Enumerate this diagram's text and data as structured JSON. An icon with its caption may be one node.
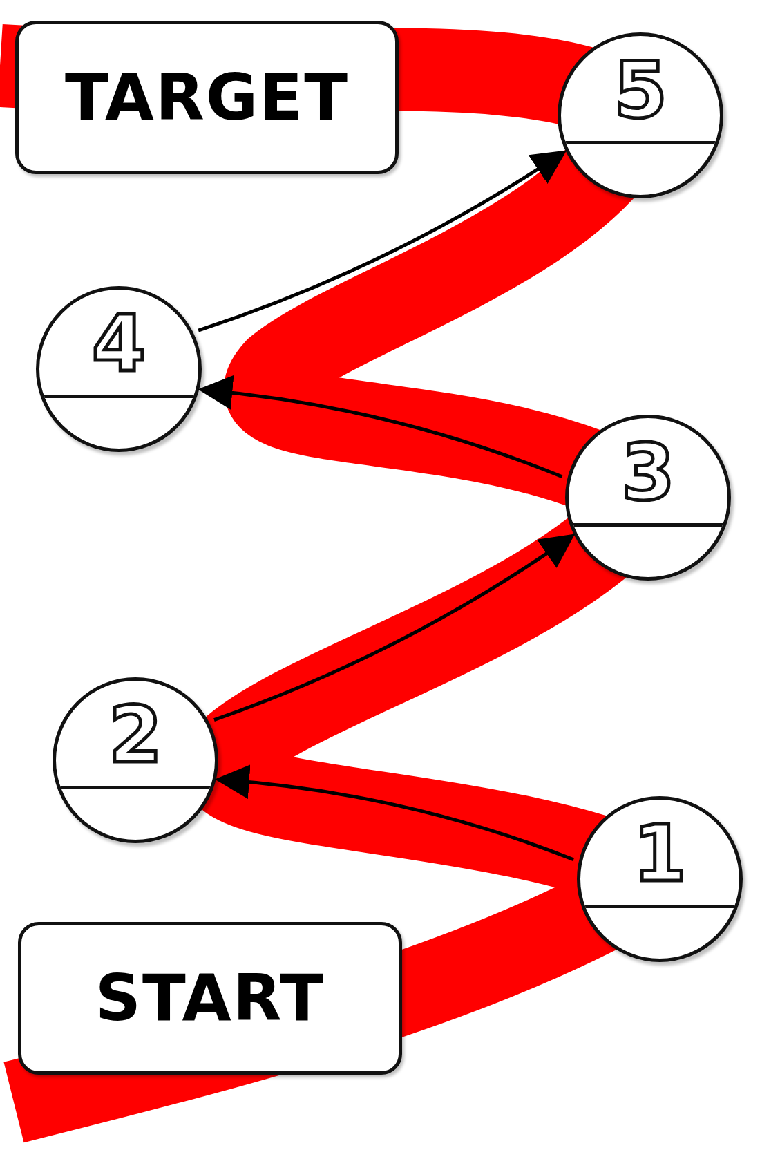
{
  "diagram": {
    "nodes": [
      {
        "text": [
          "TARGET"
        ]
      },
      {
        "text": [
          "5"
        ]
      },
      {
        "text": [
          "4"
        ]
      },
      {
        "text": [
          "3"
        ]
      },
      {
        "text": [
          "2"
        ]
      },
      {
        "text": [
          "1"
        ]
      },
      {
        "text": [
          "START"
        ]
      }
    ],
    "edges": [
      {
        "from": 5,
        "to": 4,
        "arrow": "to"
      },
      {
        "from": 4,
        "to": 3,
        "arrow": "to"
      },
      {
        "from": 3,
        "to": 2,
        "arrow": "to"
      },
      {
        "from": 2,
        "to": 1,
        "arrow": "to"
      }
    ]
  }
}
